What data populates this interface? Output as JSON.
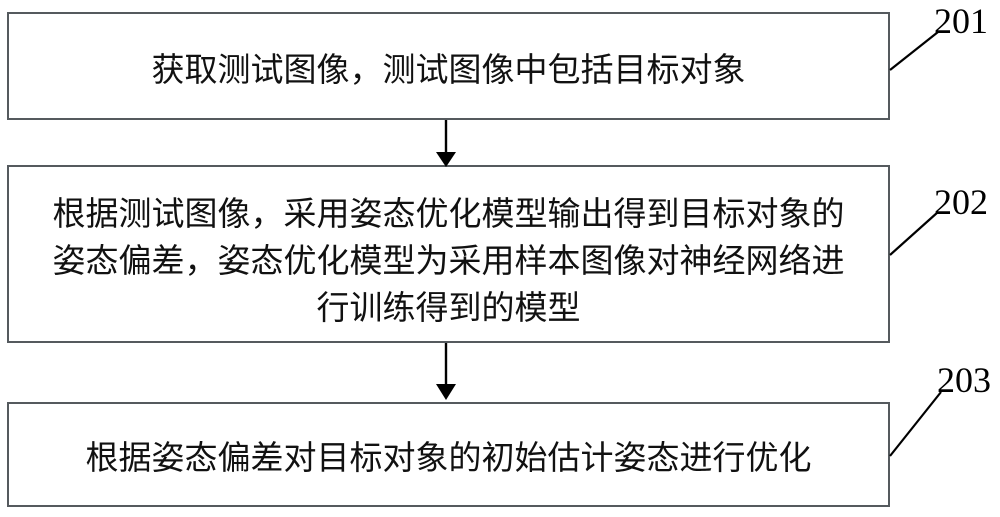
{
  "diagram": {
    "type": "flowchart",
    "title": "",
    "boxes": [
      {
        "id": "step-201",
        "ref": "201",
        "text": "获取测试图像，测试图像中包括目标对象"
      },
      {
        "id": "step-202",
        "ref": "202",
        "text": "根据测试图像，采用姿态优化模型输出得到目标对象的\n姿态偏差，姿态优化模型为采用样本图像对神经网络进\n行训练得到的模型"
      },
      {
        "id": "step-203",
        "ref": "203",
        "text": "根据姿态偏差对目标对象的初始估计姿态进行优化"
      }
    ],
    "connectors": [
      {
        "id": "arrow-201-202",
        "from": "step-201",
        "to": "step-202",
        "style": "solid-arrow-down"
      },
      {
        "id": "arrow-202-203",
        "from": "step-202",
        "to": "step-203",
        "style": "solid-arrow-down"
      }
    ],
    "colors": {
      "box_border": "#555a5e",
      "text": "#111111",
      "connector": "#000000",
      "background": "#ffffff"
    }
  }
}
